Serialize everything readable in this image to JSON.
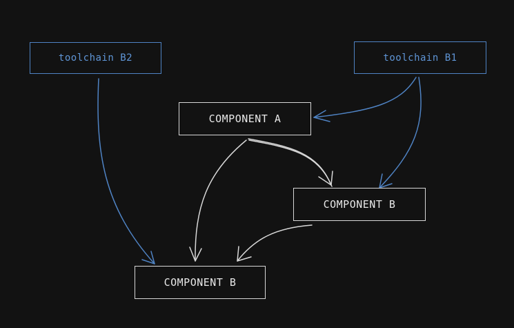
{
  "diagram": {
    "nodes": [
      {
        "id": "toolchain-b2",
        "label": "toolchain B2",
        "kind": "toolchain"
      },
      {
        "id": "toolchain-b1",
        "label": "toolchain B1",
        "kind": "toolchain"
      },
      {
        "id": "component-a",
        "label": "COMPONENT A",
        "kind": "component"
      },
      {
        "id": "component-b-mid",
        "label": "COMPONENT B",
        "kind": "component"
      },
      {
        "id": "component-b-bottom",
        "label": "COMPONENT B",
        "kind": "component"
      }
    ],
    "edges": [
      {
        "from": "toolchain-b2",
        "to": "component-b-bottom",
        "color": "#4f83c4"
      },
      {
        "from": "toolchain-b1",
        "to": "component-a",
        "color": "#4f83c4"
      },
      {
        "from": "toolchain-b1",
        "to": "component-b-mid",
        "color": "#4f83c4"
      },
      {
        "from": "component-a",
        "to": "component-b-mid",
        "color": "#d8d8d8"
      },
      {
        "from": "component-a",
        "to": "component-b-bottom",
        "color": "#d8d8d8"
      },
      {
        "from": "component-b-mid",
        "to": "component-b-bottom",
        "color": "#d8d8d8"
      }
    ],
    "colors": {
      "background": "#121212",
      "toolchain": "#4f83c4",
      "component": "#d8d8d8"
    }
  }
}
